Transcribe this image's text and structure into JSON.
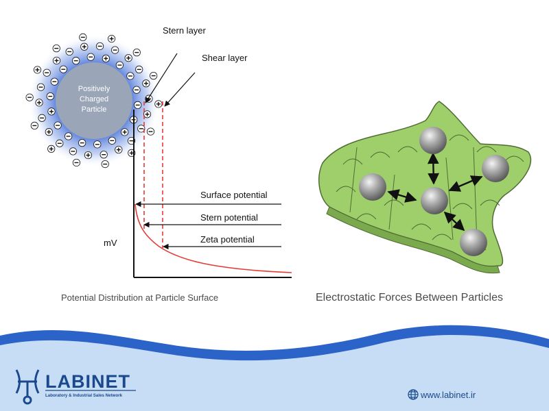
{
  "double_layer": {
    "stern_layer_label": "Stern layer",
    "shear_layer_label": "Shear layer",
    "particle_label": [
      "Positively",
      "Charged",
      "Particle"
    ],
    "surface_potential_label": "Surface potential",
    "stern_potential_label": "Stern potential",
    "zeta_potential_label": "Zeta potential",
    "axis_label": "mV",
    "caption": "Potential Distribution at Particle Surface"
  },
  "forces": {
    "caption": "Electrostatic Forces Between Particles"
  },
  "footer": {
    "brand_name": "LABINET",
    "brand_tagline": "Laboratory & Industrial Sales Network",
    "website": "www.labinet.ir"
  },
  "colors": {
    "wave_light": "#c7dcf5",
    "wave_dark": "#2b63c8",
    "brand": "#1a4a8c",
    "green_surface": "#9fcf6b",
    "curve_red": "#e53935"
  }
}
